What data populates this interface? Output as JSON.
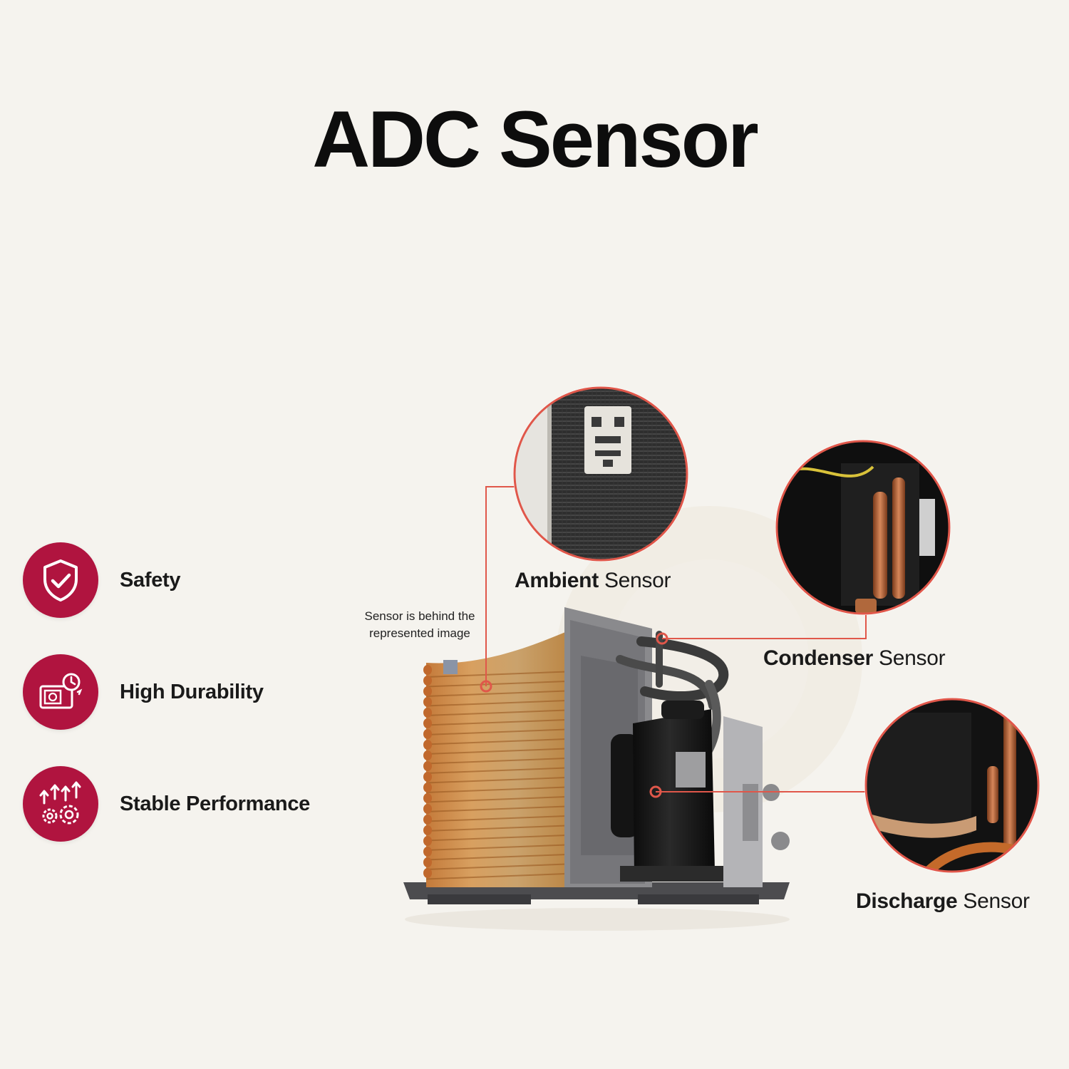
{
  "title": "ADC Sensor",
  "features": [
    {
      "label": "Safety",
      "icon": "shield-check-icon"
    },
    {
      "label": "High Durability",
      "icon": "unit-clock-icon"
    },
    {
      "label": "Stable Performance",
      "icon": "gears-arrows-icon"
    }
  ],
  "note": "Sensor is behind the represented image",
  "sensors": {
    "ambient": {
      "strong": "Ambient",
      "weak": " Sensor"
    },
    "condenser": {
      "strong": "Condenser",
      "weak": " Sensor"
    },
    "discharge": {
      "strong": "Discharge",
      "weak": " Sensor"
    }
  },
  "colors": {
    "accent": "#b0143f",
    "leader_line": "#e0574a",
    "background": "#f5f3ee"
  }
}
